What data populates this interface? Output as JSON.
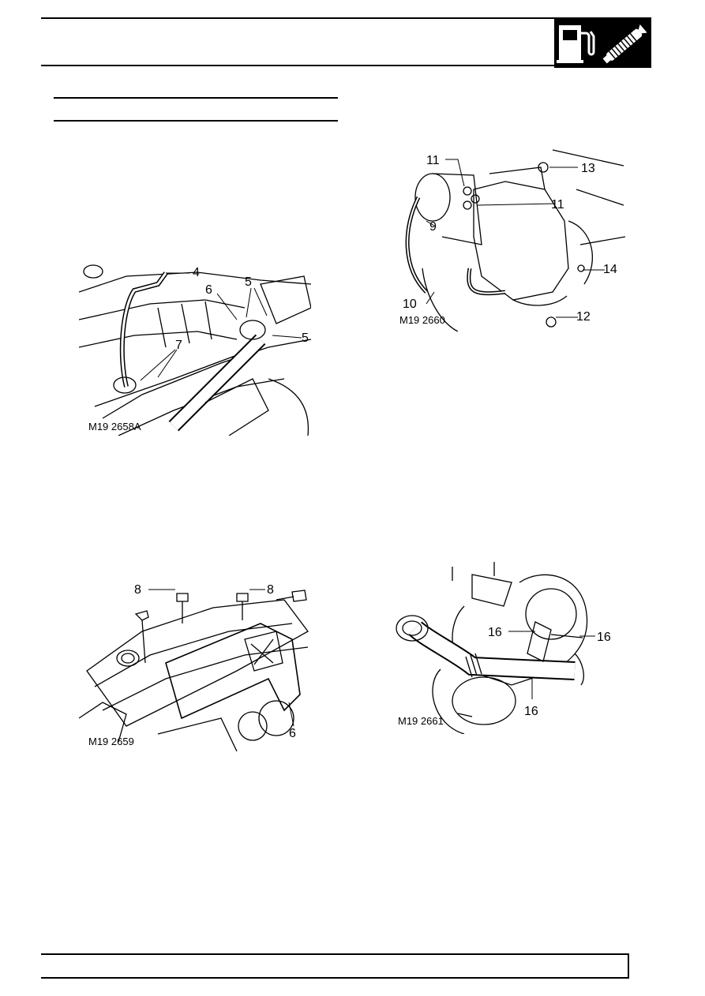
{
  "header": {
    "badge_icons": [
      "fuel-pump-icon",
      "exhaust-pipe-icon"
    ],
    "badge_bg": "#000000"
  },
  "figures": [
    {
      "code": "M19 2658A",
      "callouts": [
        "4",
        "6",
        "5",
        "5",
        "7"
      ]
    },
    {
      "code": "M19 2660",
      "callouts": [
        "11",
        "13",
        "11",
        "9",
        "14",
        "10",
        "12"
      ]
    },
    {
      "code": "M19 2659",
      "callouts": [
        "8",
        "8",
        "6"
      ]
    },
    {
      "code": "M19 2661",
      "callouts": [
        "16",
        "16",
        "16"
      ]
    }
  ]
}
